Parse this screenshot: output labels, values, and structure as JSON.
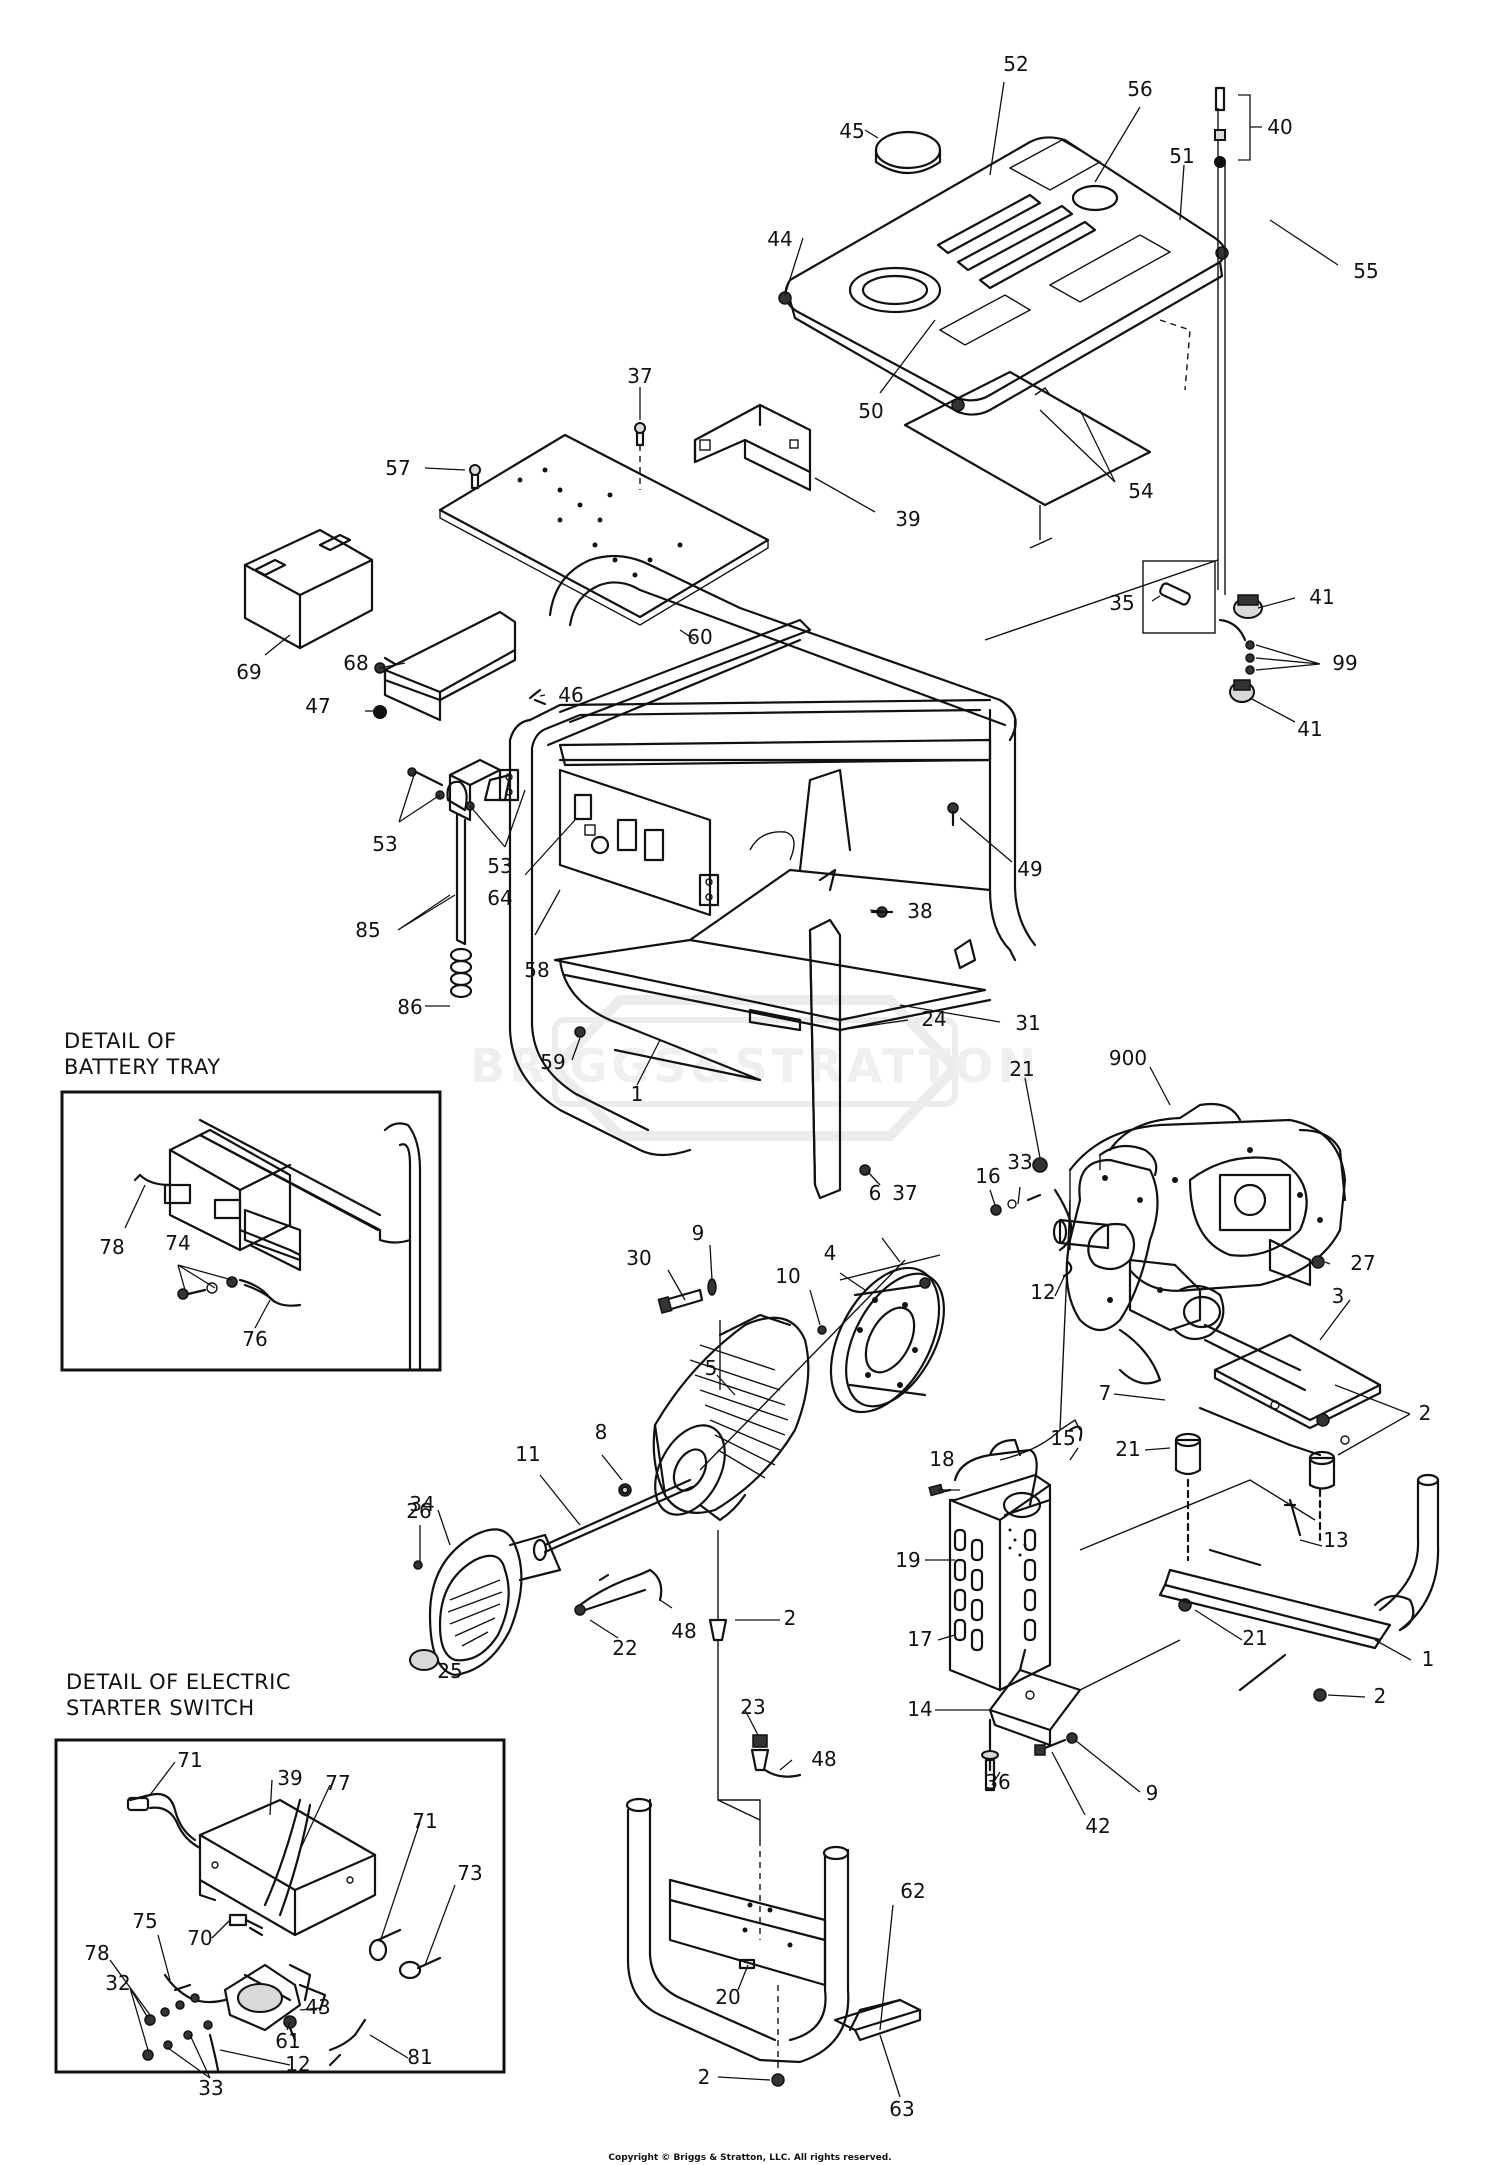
{
  "watermark": "BRIGGS&STRATTON",
  "copyright": "Copyright © Briggs & Stratton, LLC. All rights reserved.",
  "details": [
    {
      "id": "battery-tray",
      "line1": "DETAIL OF",
      "line2": "BATTERY TRAY"
    },
    {
      "id": "electric-starter-switch",
      "line1": "DETAIL OF ELECTRIC",
      "line2": "STARTER SWITCH"
    }
  ],
  "callouts": [
    {
      "label": "52"
    },
    {
      "label": "56"
    },
    {
      "label": "45"
    },
    {
      "label": "40"
    },
    {
      "label": "51"
    },
    {
      "label": "44"
    },
    {
      "label": "55"
    },
    {
      "label": "50"
    },
    {
      "label": "37"
    },
    {
      "label": "54"
    },
    {
      "label": "57"
    },
    {
      "label": "39"
    },
    {
      "label": "35"
    },
    {
      "label": "41"
    },
    {
      "label": "99"
    },
    {
      "label": "41"
    },
    {
      "label": "60"
    },
    {
      "label": "69"
    },
    {
      "label": "68"
    },
    {
      "label": "47"
    },
    {
      "label": "46"
    },
    {
      "label": "53"
    },
    {
      "label": "53"
    },
    {
      "label": "64"
    },
    {
      "label": "49"
    },
    {
      "label": "85"
    },
    {
      "label": "38"
    },
    {
      "label": "58"
    },
    {
      "label": "86"
    },
    {
      "label": "31"
    },
    {
      "label": "900"
    },
    {
      "label": "59"
    },
    {
      "label": "24"
    },
    {
      "label": "1"
    },
    {
      "label": "21"
    },
    {
      "label": "37"
    },
    {
      "label": "33"
    },
    {
      "label": "16"
    },
    {
      "label": "78"
    },
    {
      "label": "74"
    },
    {
      "label": "76"
    },
    {
      "label": "6"
    },
    {
      "label": "9"
    },
    {
      "label": "30"
    },
    {
      "label": "4"
    },
    {
      "label": "10"
    },
    {
      "label": "12"
    },
    {
      "label": "27"
    },
    {
      "label": "3"
    },
    {
      "label": "5"
    },
    {
      "label": "7"
    },
    {
      "label": "2"
    },
    {
      "label": "15"
    },
    {
      "label": "8"
    },
    {
      "label": "21"
    },
    {
      "label": "34"
    },
    {
      "label": "11"
    },
    {
      "label": "18"
    },
    {
      "label": "26"
    },
    {
      "label": "13"
    },
    {
      "label": "19"
    },
    {
      "label": "2"
    },
    {
      "label": "48"
    },
    {
      "label": "22"
    },
    {
      "label": "25"
    },
    {
      "label": "17"
    },
    {
      "label": "21"
    },
    {
      "label": "1"
    },
    {
      "label": "2"
    },
    {
      "label": "14"
    },
    {
      "label": "23"
    },
    {
      "label": "48"
    },
    {
      "label": "36"
    },
    {
      "label": "9"
    },
    {
      "label": "42"
    },
    {
      "label": "71"
    },
    {
      "label": "39"
    },
    {
      "label": "77"
    },
    {
      "label": "71"
    },
    {
      "label": "73"
    },
    {
      "label": "70"
    },
    {
      "label": "75"
    },
    {
      "label": "78"
    },
    {
      "label": "32"
    },
    {
      "label": "43"
    },
    {
      "label": "62"
    },
    {
      "label": "61"
    },
    {
      "label": "33"
    },
    {
      "label": "12"
    },
    {
      "label": "81"
    },
    {
      "label": "20"
    },
    {
      "label": "2"
    },
    {
      "label": "63"
    }
  ]
}
